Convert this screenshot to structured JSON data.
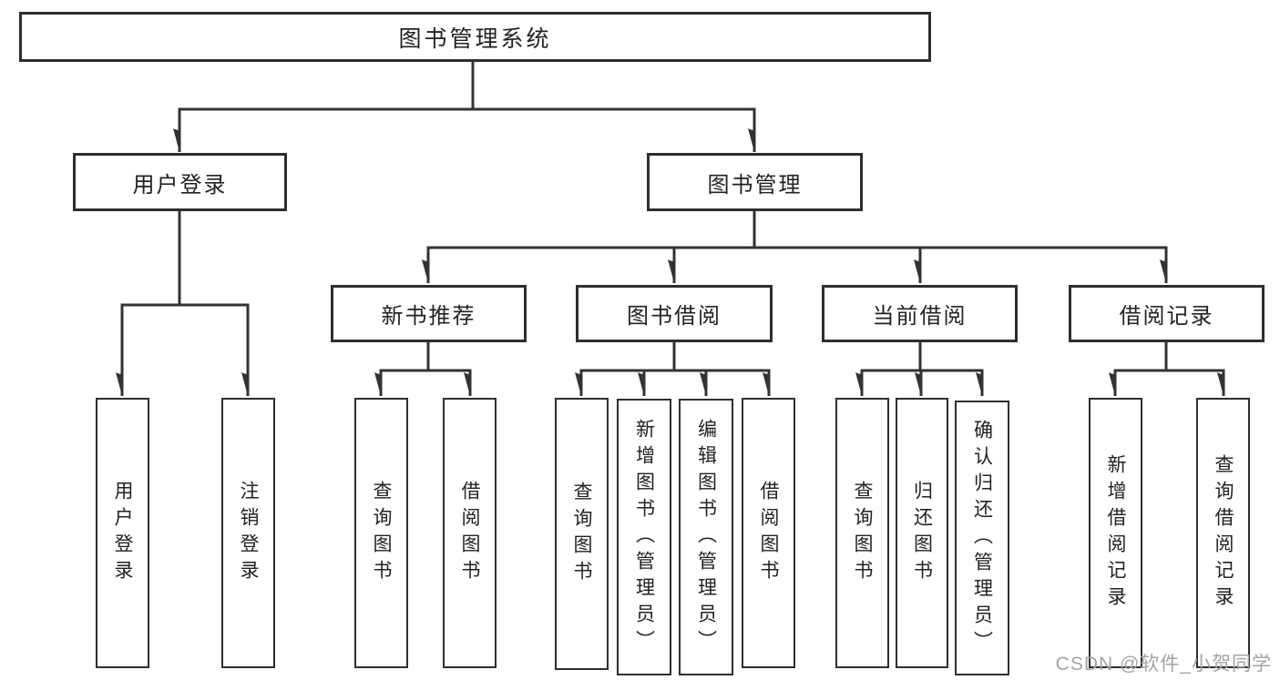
{
  "diagram": {
    "root_label": "图书管理系统",
    "level2": {
      "user_login": "用户登录",
      "book_mgmt": "图书管理"
    },
    "user_login_children": [
      "用户登录",
      "注销登录"
    ],
    "level3": {
      "new_book_rec": "新书推荐",
      "book_borrow": "图书借阅",
      "current_borrow": "当前借阅",
      "borrow_records": "借阅记录"
    },
    "new_book_rec_children": [
      "查询图书",
      "借阅图书"
    ],
    "book_borrow_children": [
      "查询图书",
      "新增图书（管理员）",
      "编辑图书（管理员）",
      "借阅图书"
    ],
    "current_borrow_children": [
      "查询图书",
      "归还图书",
      "确认归还（管理员）"
    ],
    "borrow_records_children": [
      "新增借阅记录",
      "查询借阅记录"
    ]
  },
  "colors": {
    "line": "#333333",
    "box_border": "#2e2e2e",
    "text": "#222222",
    "watermark": "#a3a3a3",
    "background": "#ffffff"
  },
  "watermark": {
    "text": "CSDN @软件_小贺同学"
  }
}
